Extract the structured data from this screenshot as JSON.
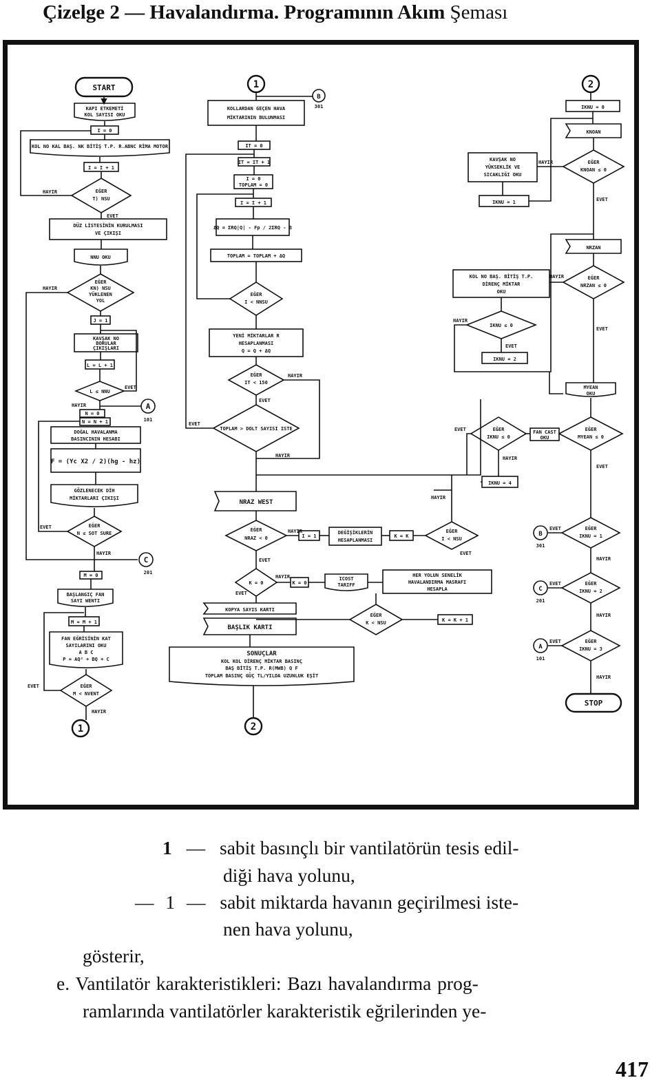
{
  "title": {
    "bold": "Çizelge 2 — Havalandırma. Programının Akım",
    "rest": " Şeması"
  },
  "flowchart": {
    "col1": {
      "start": "START",
      "read1": [
        "KAPI ETKEMETİ",
        "KOL SAYISI OKU"
      ],
      "i1": "I = 0",
      "read2": "KOL NO KAL BAŞ. NK BİTİŞ T.P. R.ABNC RİMA MOTOR",
      "incr_i": "I = I + 1",
      "dec1": [
        "EĞER",
        "T) NSU"
      ],
      "hayir": "HAYIR",
      "evet": "EVET",
      "proc_list": [
        "DÜZ LİSTESİNİN KURULMASI",
        "VE ÇIKIŞI"
      ],
      "read_nnu": "NNU OKU",
      "dec2": [
        "EĞER",
        "KN) NSU",
        "YÜKLENEN",
        "YOL"
      ],
      "j1": "J = 1",
      "proc_kavsak": [
        "KAVŞAK NO",
        "BORULAR",
        "ÇIKIŞLARI"
      ],
      "incr_l": "L = L + 1",
      "dec_l": "L ≤ NNU",
      "proc_n0": "N = 0",
      "proc_n1": "N = N + 1",
      "proc_dogal": [
        "DOĞAL HAVALANMA",
        "BASINCININ HESABI"
      ],
      "formula": "F = (Yc X2 / 2)(hg - hz)",
      "proc_gozlen": [
        "GÖZLENECEK DİH",
        "MİKTARLARI ÇIKIŞI"
      ],
      "dec_n": "N ≤ SOT SURE",
      "proc_m0": "M = 0",
      "proc_baslangic": [
        "BAŞLANGIÇ FAN",
        "SAYI WENTI"
      ],
      "proc_mm": "M = M + 1",
      "proc_fan": [
        "FAN EĞRİSİNİN KAT",
        "SAYILARINI OKU",
        "A  B  C",
        "P = AQ² + BQ + C"
      ],
      "dec_m": [
        "EĞER",
        "M < NVENT"
      ],
      "conn_a": "A",
      "conn_c": "C",
      "lbl_101": "101",
      "lbl_201": "201",
      "conn1": "1"
    },
    "col2": {
      "conn1": "1",
      "conn_b": "B",
      "lbl_301": "301",
      "proc_kollar": [
        "KOLLARDAN GEÇEN HAVA",
        "MİKTARININ BULUNMASI"
      ],
      "it0": "IT = 0",
      "itit": "IT = IT + 1",
      "r0": [
        "I = 0",
        "TOPLAM = 0"
      ],
      "ii": "I = I + 1",
      "dq": "ΔQ = ΣRQ|Q| - Fp / 2ΣRQ - B",
      "toplam": "TOPLAM = TOPLAM + ΔQ",
      "dec_i": [
        "EĞER",
        "I < NNSU"
      ],
      "proc_yeni": [
        "YENİ MİKTARLAR R",
        "HESAPLANMASI",
        "Q = Q + ΔQ"
      ],
      "dec_it": [
        "EĞER",
        "IT < 150"
      ],
      "dec_top": "TOPLAM > DOLT SAYISI ISTE",
      "nrazwest": "NRAZ WEST",
      "dec_nraz": [
        "EĞER",
        "NRAZ < 0"
      ],
      "i1b": "I = 1",
      "proc_degisik": [
        "DEĞİŞİKLERİN",
        "HESAPLANMASI"
      ],
      "proc_kk": "K = K",
      "dec_nsu": [
        "EĞER",
        "I < NSU"
      ],
      "dec_k0": "K = 0",
      "proc_k": "K = 0",
      "proc_cost": [
        "ICOST",
        "TARIFF"
      ],
      "proc_her": [
        "HER YOLUN SENELİK",
        "HAVALANDIRMA MASRAFI",
        "HESAPLA"
      ],
      "dec_knsu": [
        "EĞER",
        "K < NSU"
      ],
      "proc_kk1": "K = K + 1",
      "kopya": "KOPYA SAYIS KARTI",
      "basik": "BAŞLIK KARTI",
      "sonuc": [
        "SONUÇLAR",
        "KOL  KOL      DİRENÇ  MİKTAR  BASINÇ",
        "BAŞ  BİTİŞ  T.P.  R(MWB)   Q       F",
        "TOPLAM BASINÇ GÜÇ TL/YILDA UZUNLUK EŞİT"
      ],
      "conn2": "2"
    },
    "col3": {
      "conn2": "2",
      "iknu0": "IKNU = 0",
      "knoan": "KNOAN",
      "proc_kavsak": [
        "KAVŞAK NO",
        "YÜKSEKLİK VE",
        "SICAKLIĞI OKU"
      ],
      "dec_knoan": [
        "EĞER",
        "KNOAN ≤ 0"
      ],
      "iknu1": "IKNU = 1",
      "nrzan": "NRZAN",
      "proc_kol": [
        "KOL NO BAŞ. BİTİŞ T.P.",
        "DİRENÇ MİKTAR",
        "OKU"
      ],
      "dec_nrzan": [
        "EĞER",
        "NRZAN ≤ 0"
      ],
      "dec_iknu0": "IKNU ≤ 0",
      "iknu2": "IKNU = 2",
      "myean": [
        "MYEAN",
        "OKU"
      ],
      "dec_iknu0b": [
        "EĞER",
        "IKNU ≤ 0"
      ],
      "proc_fan": [
        "FAN CAST",
        "OKU"
      ],
      "dec_myean": [
        "EĞER",
        "MYEAN ≤ 0"
      ],
      "iknu4": "IKNU = 4",
      "dec_iknu1": [
        "EĞER",
        "IKNU = 1"
      ],
      "dec_iknu2": [
        "EĞER",
        "IKNU = 2"
      ],
      "dec_iknu3": [
        "EĞER",
        "IKNU = 3"
      ],
      "stop": "STOP",
      "conn_b": "B",
      "conn_c": "C",
      "conn_a": "A",
      "lbl_301": "301",
      "lbl_201": "201",
      "lbl_101": "101"
    }
  },
  "legend": {
    "line1_num": "1",
    "line1_dash": "—",
    "line1_text": "sabit basınçlı bir vantilatörün tesis edil-",
    "line2": "diği hava yolunu,",
    "line3_dash1": "—",
    "line3_num": "1",
    "line3_dash2": "—",
    "line3_text": "sabit miktarda havanın geçirilmesi iste-",
    "line4": "nen hava yolunu,",
    "line5": "gösterir,",
    "line6": "e. Vantilatör karakteristikleri: Bazı havalandırma prog-",
    "line7": "ramlarında vantilatörler karakteristik eğrilerinden ye-"
  },
  "page_number": "417"
}
